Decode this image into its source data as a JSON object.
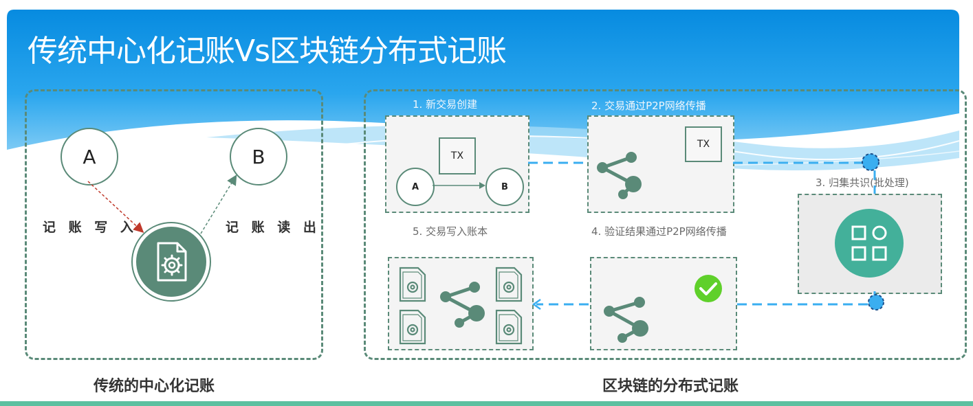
{
  "title": "传统中心化记账Vs区块链分布式记账",
  "left_panel": {
    "node_a": "A",
    "node_b": "B",
    "write_label": "记 账 写 入",
    "read_label": "记 账 读 出",
    "center_icon": "document-gear-icon",
    "caption": "传统的中心化记账"
  },
  "right_panel": {
    "caption": "区块链的分布式记账",
    "steps": {
      "step1": "1. 新交易创建",
      "step2": "2. 交易通过P2P网络传播",
      "step3": "3. 归集共识(批处理)",
      "step4": "4. 验证结果通过P2P网络传播",
      "step5": "5. 交易写入账本"
    },
    "tx_label": "TX",
    "mini_node_a": "A",
    "mini_node_b": "B",
    "icons": [
      "share-icon",
      "apps-grid-icon",
      "check-icon",
      "document-gear-icon"
    ]
  },
  "colors": {
    "banner_blue": "#0a8fe0",
    "primary_green": "#5a8a78",
    "accent_blue": "#3aaef0",
    "arrow_red": "#c0392b",
    "check_green": "#5fd02a",
    "footer_green": "#5cc0a0"
  }
}
